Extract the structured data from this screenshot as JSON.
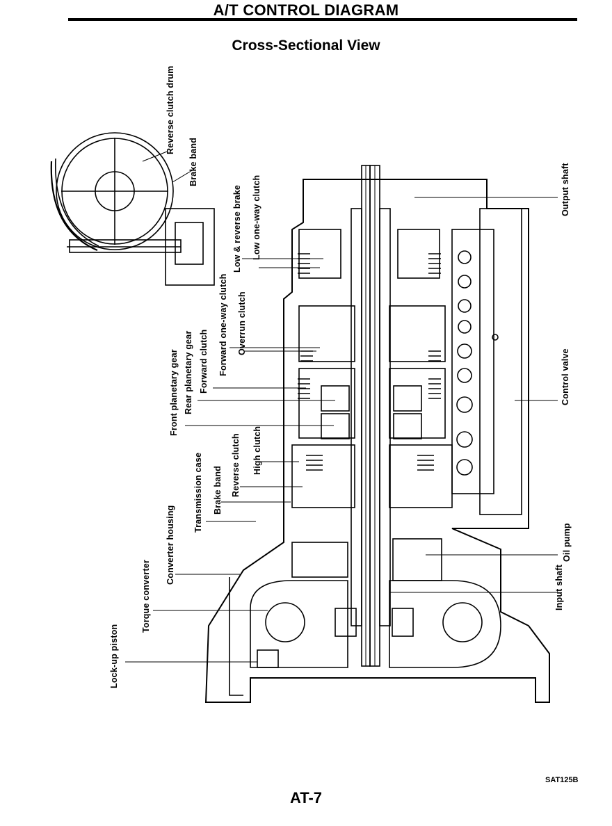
{
  "header": {
    "title": "A/T CONTROL DIAGRAM"
  },
  "section": {
    "title": "Cross-Sectional View"
  },
  "labels": {
    "reverse_clutch_drum": "Reverse clutch drum",
    "brake_band_top": "Brake band",
    "low_reverse_brake": "Low & reverse brake",
    "low_one_way_clutch": "Low one-way clutch",
    "output_shaft": "Output shaft",
    "forward_one_way_clutch": "Forward one-way clutch",
    "overrun_clutch": "Overrun clutch",
    "front_planetary_gear": "Front planetary gear",
    "rear_planetary_gear": "Rear planetary gear",
    "forward_clutch": "Forward clutch",
    "control_valve": "Control valve",
    "high_clutch": "High clutch",
    "reverse_clutch": "Reverse clutch",
    "brake_band": "Brake band",
    "transmission_case": "Transmission case",
    "converter_housing": "Converter housing",
    "oil_pump": "Oil pump",
    "input_shaft": "Input shaft",
    "torque_converter": "Torque converter",
    "lock_up_piston": "Lock-up piston"
  },
  "footer": {
    "figure_code": "SAT125B",
    "page_number": "AT-7"
  }
}
